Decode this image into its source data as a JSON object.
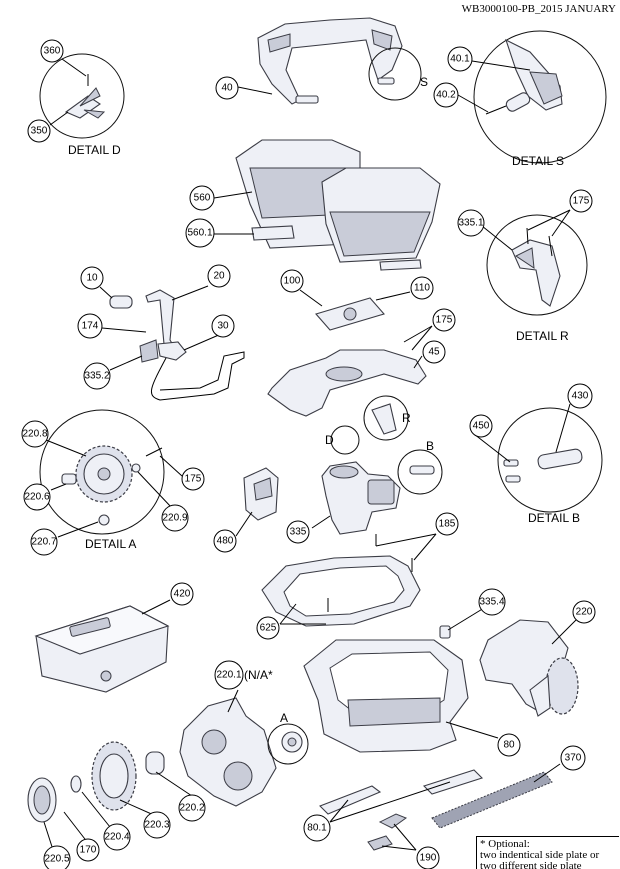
{
  "doc_header": "WB3000100-PB_2015 JANUARY",
  "footnote": {
    "line1": "* Optional:",
    "line2": "two indentical side plate or",
    "line3": "two different side plate"
  },
  "detail_labels": {
    "d": "DETAIL D",
    "s": "DETAIL S",
    "r": "DETAIL R",
    "a": "DETAIL A",
    "b": "DETAIL B"
  },
  "callout_letters": {
    "s": "S",
    "r": "R",
    "d": "D",
    "b": "B",
    "a": "A"
  },
  "part_numbers": {
    "p360": "360",
    "p350": "350",
    "p40": "40",
    "p40_1": "40.1",
    "p40_2": "40.2",
    "p560": "560",
    "p560_1": "560.1",
    "p175_r": "175",
    "p335_1": "335.1",
    "p10": "10",
    "p20": "20",
    "p174": "174",
    "p30": "30",
    "p335_2": "335.2",
    "p100": "100",
    "p110": "110",
    "p175_m": "175",
    "p45": "45",
    "p220_8": "220.8",
    "p220_6": "220.6",
    "p175_a": "175",
    "p220_9": "220.9",
    "p220_7": "220.7",
    "p450": "450",
    "p430": "430",
    "p480": "480",
    "p335": "335",
    "p185": "185",
    "p625": "625",
    "p420": "420",
    "p335_4": "335.4",
    "p220": "220",
    "p220_1": "220.1",
    "p80": "80",
    "p370": "370",
    "p80_1": "80.1",
    "p190": "190",
    "p220_2": "220.2",
    "p220_3": "220.3",
    "p220_4": "220.4",
    "p170": "170",
    "p220_5": "220.5"
  },
  "optional_mark": "(N/A*"
}
